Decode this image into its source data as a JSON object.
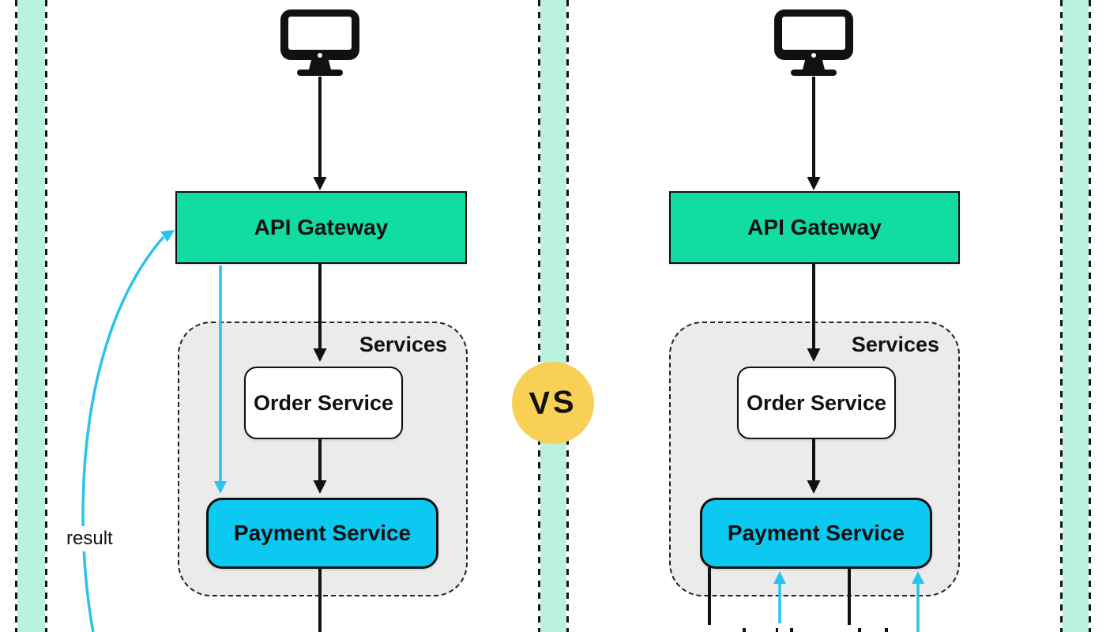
{
  "diagram": {
    "vs_badge": "VS",
    "left": {
      "client_icon": "desktop-monitor",
      "api_gateway": "API Gateway",
      "services_group": "Services",
      "order_service": "Order Service",
      "payment_service": "Payment Service",
      "result_arrow_label": "result"
    },
    "right": {
      "client_icon": "desktop-monitor",
      "api_gateway": "API Gateway",
      "services_group": "Services",
      "order_service": "Order Service",
      "payment_service": "Payment Service"
    }
  },
  "colors": {
    "stripe_mint": "#baf2de",
    "gateway_green": "#11dca1",
    "payment_cyan": "#0cc9f2",
    "arrow_cyan": "#29c3ef",
    "services_gray": "#ebebeb",
    "vs_yellow": "#f9d056",
    "line_black": "#111111"
  }
}
